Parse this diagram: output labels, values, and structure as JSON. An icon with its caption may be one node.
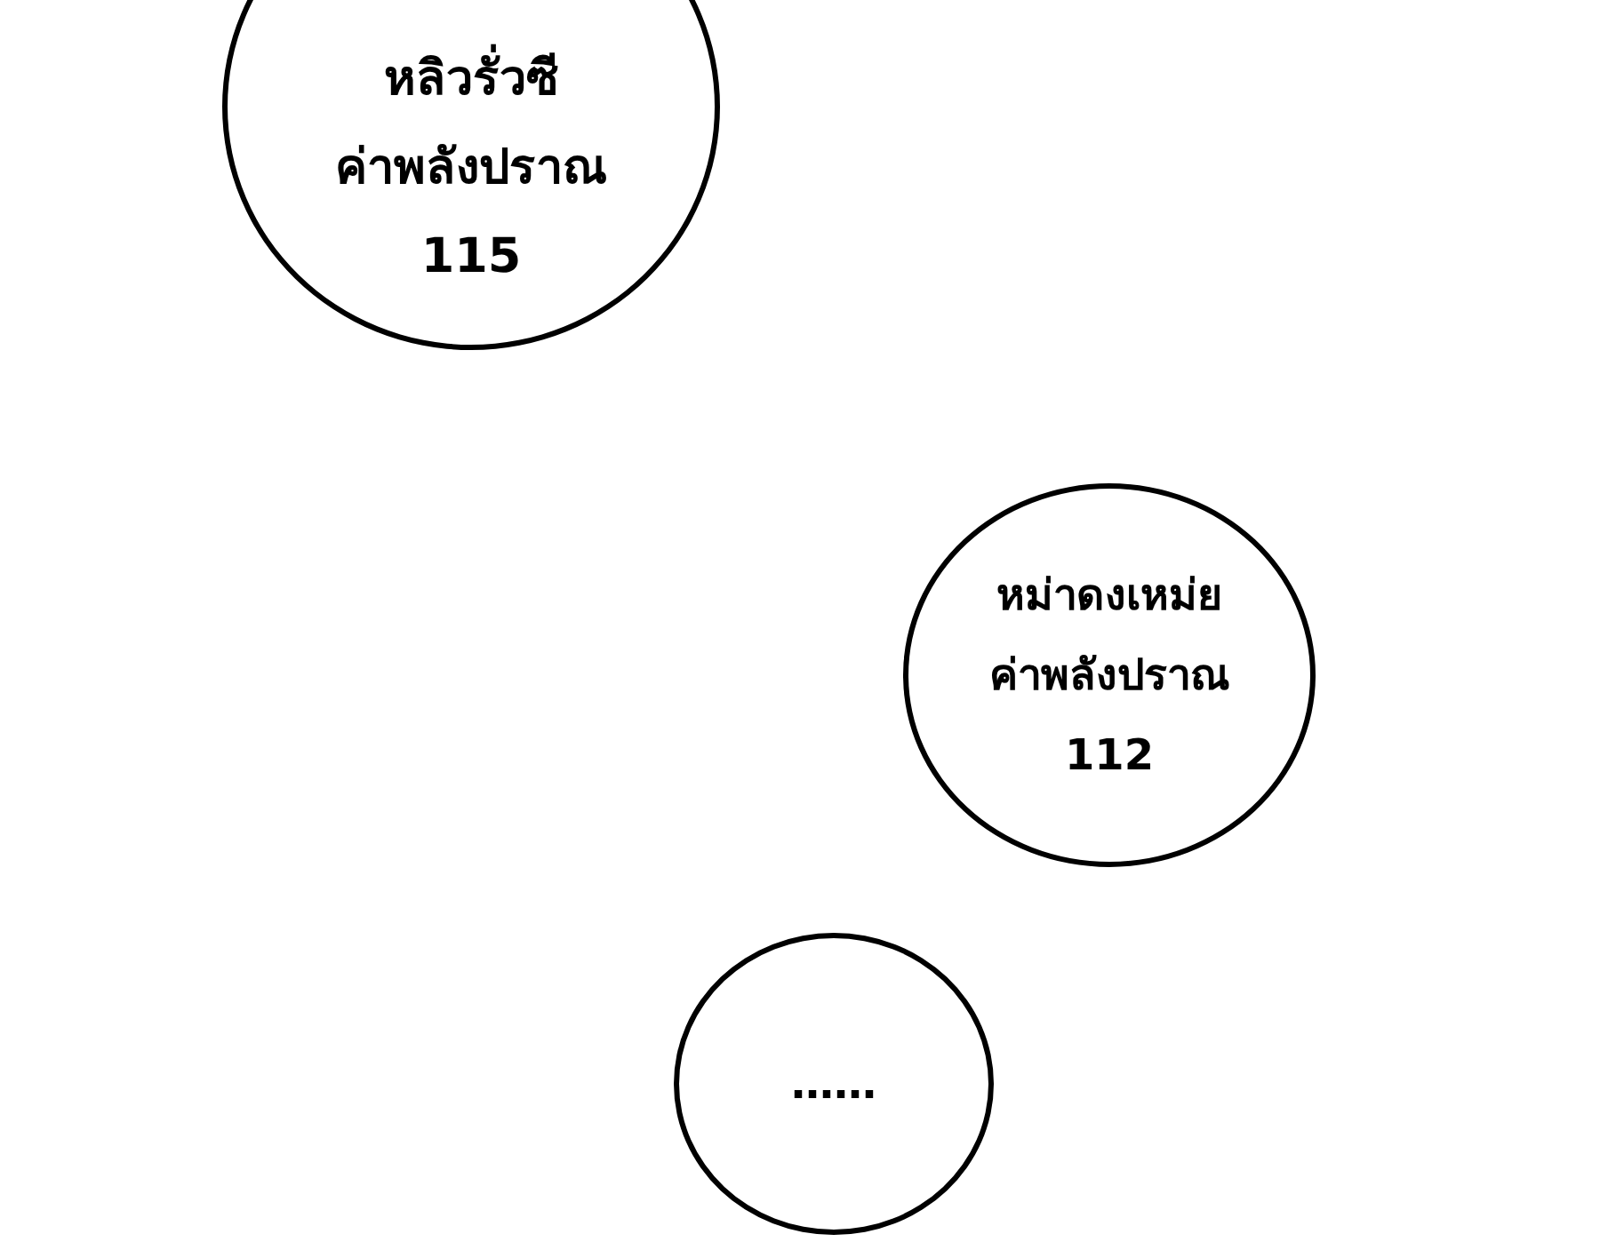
{
  "diagram": {
    "nodes": [
      {
        "text": [
          "หลิวรั่วซี",
          "ค่าพลังปราณ",
          "115"
        ]
      },
      {
        "text": [
          "หม่าดงเหม่ย",
          "ค่าพลังปราณ",
          "112"
        ]
      },
      {
        "text": [
          "……"
        ]
      }
    ]
  }
}
